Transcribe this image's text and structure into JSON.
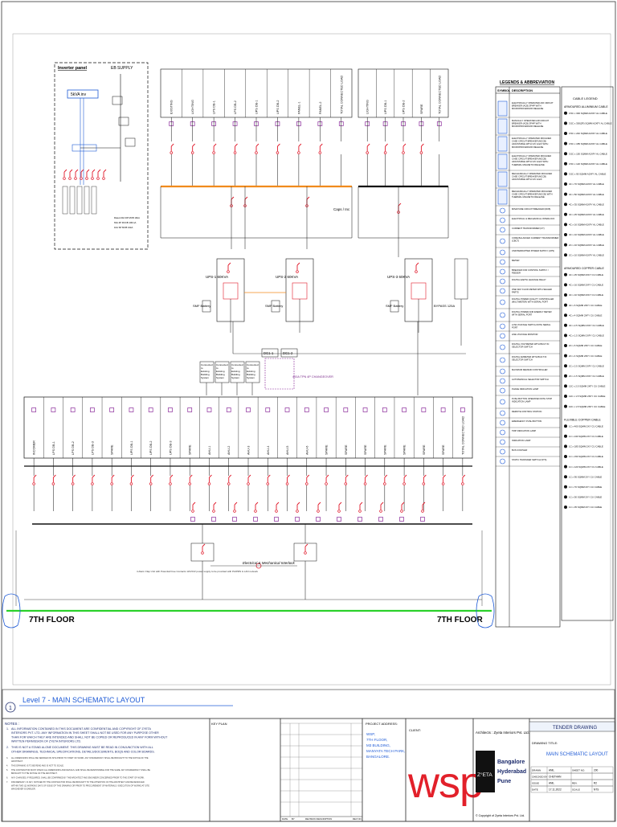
{
  "inverter": {
    "title": "Inverter panel",
    "supply": "EB SUPPLY",
    "rating": "5kVA inv",
    "notes": [
      "Rated 20A DP MCB 10kA",
      "63A 4P RCCB 100mA",
      "10A SP MCB 10kA"
    ]
  },
  "upper_circuits_left": [
    "EXISTING",
    "LIGHTING",
    "LPS DB-1",
    "LPS DB-2",
    "UPS DB-1",
    "UPS DB-2",
    "PANEL-1",
    "PANEL-2",
    "TOTAL CONNECTED LOAD"
  ],
  "upper_circuits_right": [
    "LIGHTING",
    "UPS DB-1",
    "UPS DB-2",
    "SPARE",
    "TOTAL CONNECTED LOAD"
  ],
  "ups": {
    "ups1": "UPS-1 60KVA",
    "ups2": "UPS-2 60KVA",
    "ups3": "UPS-3 60KVA",
    "battery": "SMF Battery",
    "bypass": "BYPASS 125A",
    "cap": "Caps / Inc"
  },
  "panels": {
    "connectors": [
      "Connected to Existing Building System",
      "Connected to Existing Building System",
      "Connected to Existing Building System",
      "Connected to Existing Building System"
    ],
    "dg1": "DG1-1",
    "dg2": "DG1-2",
    "changeover": "400A TPN 4P CHANGEOVER"
  },
  "lower_circuits": [
    "INCOMER",
    "LPS DB-1",
    "LPS DB-2",
    "LPS DB-3",
    "SPARE",
    "UPS DB-1",
    "UPS DB-2",
    "UPS DB-3",
    "SPARE",
    "AHU-1",
    "AHU-2",
    "AHU-3",
    "AHU-4",
    "AHU-5",
    "AHU-6",
    "SPARE",
    "SPARE",
    "SPARE",
    "SPARE",
    "SPARE",
    "SPARE",
    "SPARE",
    "TOTAL CONNECTED LOAD"
  ],
  "interlock_label": "Electrical & Mechanical Interlock",
  "note_text": "4 Alarm Flap Unit with Potential Free Contacts 12V/24V power supply to be provided with PA/PMS & LAN network",
  "floor_label_left": "7TH FLOOR",
  "floor_label_right": "7TH FLOOR",
  "legend": {
    "title": "LEGENDS & ABBREVIATION",
    "col_symbol": "SYMBOL",
    "col_description": "DESCRIPTION",
    "items": [
      "ELECTRICALLY OPERATED AIR CIRCUIT BREAKER (ACB) 3P/4P WITH MICROPROCESSOR RELEASE",
      "MANUALLY OPERATED AIR CIRCUIT BREAKER (ACB) 3P/4P WITH MICROPROCESSOR RELEASE",
      "ELECTRICALLY OPERATED MOULDED CASE CIRCUIT BREAKER (MCCB) ADJUSTABLE WITH O/C & E/F WITH MICROPROCESSOR RELEASE",
      "ELECTRICALLY OPERATED MOULDED CASE CIRCUIT BREAKER (MCCB) ADJUSTABLE WITH O/C & E/F WITH THERMAL MAGNETIC RELEASE",
      "MECHANICALLY OPERATED MOULDED CASE CIRCUIT BREAKER (MCCB) ADJUSTABLE WITH O/C & E/F",
      "MECHANICALLY OPERATED MOULDED CASE CIRCUIT BREAKER (MCCB) WITH THERMAL MAGNETIC RELEASE",
      "MINIATURE CIRCUIT BREAKER (MCB)",
      "ELECTRICAL & MECHANICAL INTERLOCK",
      "CURRENT TRANSFORMER (CT)",
      "CORE BALANCED CURRENT TRANSFORMER (CBCT)",
      "UNINTERRUPTED POWER SUPPLY (UPS)",
      "METER",
      "BREAKER FOR CONTROL SUPPLY / FEEDER",
      "DIGITAL EARTH LEAKAGE RELAY",
      "ONE WAY FLUID METER WITH SEALED PARTS",
      "DIGITAL POWER QUALITY CONTROLLER (MULTIMETER) WITH SERIAL PORT",
      "DIGITAL POWER AND ENERGY METER WITH SERIAL PORT",
      "LOW VOLTAGE SWITCH WITH SERIAL PORT",
      "LINE VOLTAGE MONITOR",
      "DIGITAL VOLTMETER WITH BUILT IN SELECTOR SWITCH",
      "DIGITAL AMMETER WITH BUILT IN SELECTOR SWITCH",
      "MAXIMUM DEMAND CONTROLLER",
      "AUTO/MANUAL SELECTOR SWITCH",
      "PHASE INDICATION LAMP",
      "PUSH BUTTON OPERATED WITH STOP INDICATION LAMP",
      "REMOTE CONTROL STATION",
      "EMERGENCY PUSH BUTTON",
      "TRIP INDICATION LAMP",
      "INDICATION LAMP",
      "BUS COUPLER",
      "STATIC TRANSFER SWITCH (STS)"
    ],
    "cable_title": "CABLE LEGEND",
    "alu_title": "ARMOURED ALUMINIUM CABLE",
    "alu": [
      "3.5C x 300 SQMM A2XFY AL CABLE",
      "3.5C x 300(2R) SQMM A2XFY AL CABLE",
      "3.5C x 240 SQMM A2XFY AL CABLE",
      "3.5C x 185 SQMM A2XFY AL CABLE",
      "3.5C x 150 SQMM A2XFY AL CABLE",
      "3.5C x 120 SQMM A2XFY AL CABLE",
      "3.5C x 95 SQMM A2XFY AL CABLE",
      "4C x 70 SQMM A2XFY AL CABLE",
      "4C x 50 SQMM A2XFY AL CABLE",
      "4C x 35 SQMM A2XFY AL CABLE",
      "4C x 25 SQMM A2XFY AL CABLE",
      "4C x 16 SQMM A2XFY AL CABLE",
      "4C x 10 SQMM A2XFY AL CABLE",
      "2C x 16 SQMM A2XFY AL CABLE",
      "2C x 10 SQMM A2XFY AL CABLE"
    ],
    "cu_title": "ARMOURED COPPER CABLE",
    "cu": [
      "4C x 25 SQMM 2XFY CU CABLE",
      "4C x 16 SQMM 2XFY CU CABLE",
      "4C x 10 SQMM 2XFY CU CABLE",
      "4C x 6 SQMM 2XFY CU CABLE",
      "4C x 4 SQMM 2XFY CU CABLE",
      "4C x 2.5 SQMM 2XFY CU CABLE",
      "4C x 1.5 SQMM 2XFY CU CABLE",
      "2C x 6 SQMM 2XFY CU CABLE",
      "2C x 4 SQMM 2XFY CU CABLE",
      "2C x 2.5 SQMM 2XFY CU CABLE",
      "2C x 1.5 SQMM 2XFY CU CABLE",
      "12C x 2.5 SQMM 2XFY CU CABLE",
      "12C x 1.5 SQMM 2XFY CU CABLE",
      "10C x 1.5 SQMM 2XFY CU CABLE"
    ],
    "flex_title": "FLEXIBLE COPPER CABLE",
    "flex": [
      "1C x 400 SQMM 2XY CU CABLE",
      "1C x 240 SQMM 2XY CU CABLE",
      "1C x 185 SQMM 2XY CU CABLE",
      "1C x 150 SQMM 2XY CU CABLE",
      "1C x 120 SQMM 2XY CU CABLE",
      "1C x 95 SQMM 2XY CU CABLE",
      "1C x 70 SQMM 2XY CU CABLE",
      "1C x 50 SQMM 2XY CU CABLE",
      "1C x 35 SQMM 2XY CU CABLE"
    ]
  },
  "title_block": {
    "section_num": "1",
    "section_title": "Level 7 - MAIN SCHEMATIC LAYOUT",
    "notes_label": "NOTES :",
    "notes": [
      "ALL INFORMATION CONTAINED IN THIS DOCUMENT ARE CONFIDENTIAL AND COPYRIGHT OF ZYETA INTERIORS PVT. LTD. ANY INFORMATION IN THIS SHEET SHALL NOT BE USED FOR ANY PURPOSE OTHER THAN FOR WHICH THEY ARE INTENDED AND SHALL NOT BE COPIED OR REPRODUCED IN ANY FORM WITHOUT WRITTEN PERMISSION OF ZYETA INTERIORS LTD.",
      "THIS IS NOT A STAND ALONE DOCUMENT. THIS DRAWING MUST BE READ IN CONJUNCTION WITH ALL OTHER DRAWINGS, TECHNICAL SPECIFICATIONS, DETAILS/DOCUMENTS, BOQS AND COLOR BOARDS.",
      "ALL DIMENSIONS SHALL BE VERIFIED ON SITE PRIOR TO START OF WORK. ANY DISCREPANCY SHALL BE BROUGHT TO THE NOTICE OF THE ARCHITECT.",
      "THIS DRAWING IS TO BE READ AND IS NOT TO SCALE.",
      "THE CONTRACTOR MUST CHECK ALL DIMENSIONS AND DETAILS, AND SHALL BE RESPONSIBLE FOR THE SAME. ANY DISCREPANCY SHALL BE BROUGHT TO THE NOTICE OF THE ARCHITECT.",
      "ANY CHANGES, IF REQUIRED, SHALL BE CONFIRMED BY THE ARCHITECT AND ENGINEER CONCERNED PRIOR TO THE START OF WORK.",
      "DISCREPANCY, IF ANY, NOTICED BY THE CONTRACTOR SHALL BE BROUGHT TO THE ATTENTION OF THE ARCHITECT AND BE RESOLVED WITHIN TWO (2) WORKING DAYS OF ISSUE OF THIS DRAWING OR PRIOR TO PROCUREMENT OF MATERIALS / EXECUTION OF WORKS AT SITE WHICHEVER IS EARLIER."
    ],
    "key_plan": "KEY PLAN",
    "rev_headers": [
      "DATE",
      "BY",
      "REVISION DESCRIPTION",
      "REV NO."
    ],
    "project_address_label": "PROJECT ADDRESS:",
    "project_address": [
      "WSP,",
      "7TH FLOOR,",
      "M3 BUILDING,",
      "MANYATA TECH PARK,",
      "BANGALORE."
    ],
    "client_label": "CLIENT:",
    "client_logo": "wsp",
    "architects": "Architects : Zyeta Interiors Pvt. Ltd.",
    "zyeta_logo": "Z°ETA",
    "cities": [
      "Bangalore",
      "Hyderabad",
      "Pune"
    ],
    "copyright": "© Copyright of Zyeta Interiors Pvt. Ltd.",
    "tender": "TENDER DRAWING",
    "drawing_title_label": "DRAWING TITLE:",
    "drawing_title": "MAIN SCHEMATIC LAYOUT",
    "meta": [
      {
        "k": "DRAWN",
        "v": "ANIL",
        "k2": "SHEET NO.",
        "v2": "200"
      },
      {
        "k": "CHECKED BY",
        "v": "CHETHAN",
        "k2": "",
        "v2": ""
      },
      {
        "k": "ISSUE",
        "v": "ANIL",
        "k2": "REV.",
        "v2": "R2"
      },
      {
        "k": "DATE",
        "v": "17.11.2022",
        "k2": "SCALE",
        "v2": "NTS"
      }
    ]
  },
  "colors": {
    "line": "#1a1a1a",
    "breaker": "#e0192a",
    "bus_orange": "#f08a1c",
    "floor_green": "#2bd12b",
    "blue_frame": "#1f5bd6",
    "mcb_purple": "#8a2a9a",
    "wsp_red": "#e2202a",
    "navy": "#1b2a6b"
  }
}
